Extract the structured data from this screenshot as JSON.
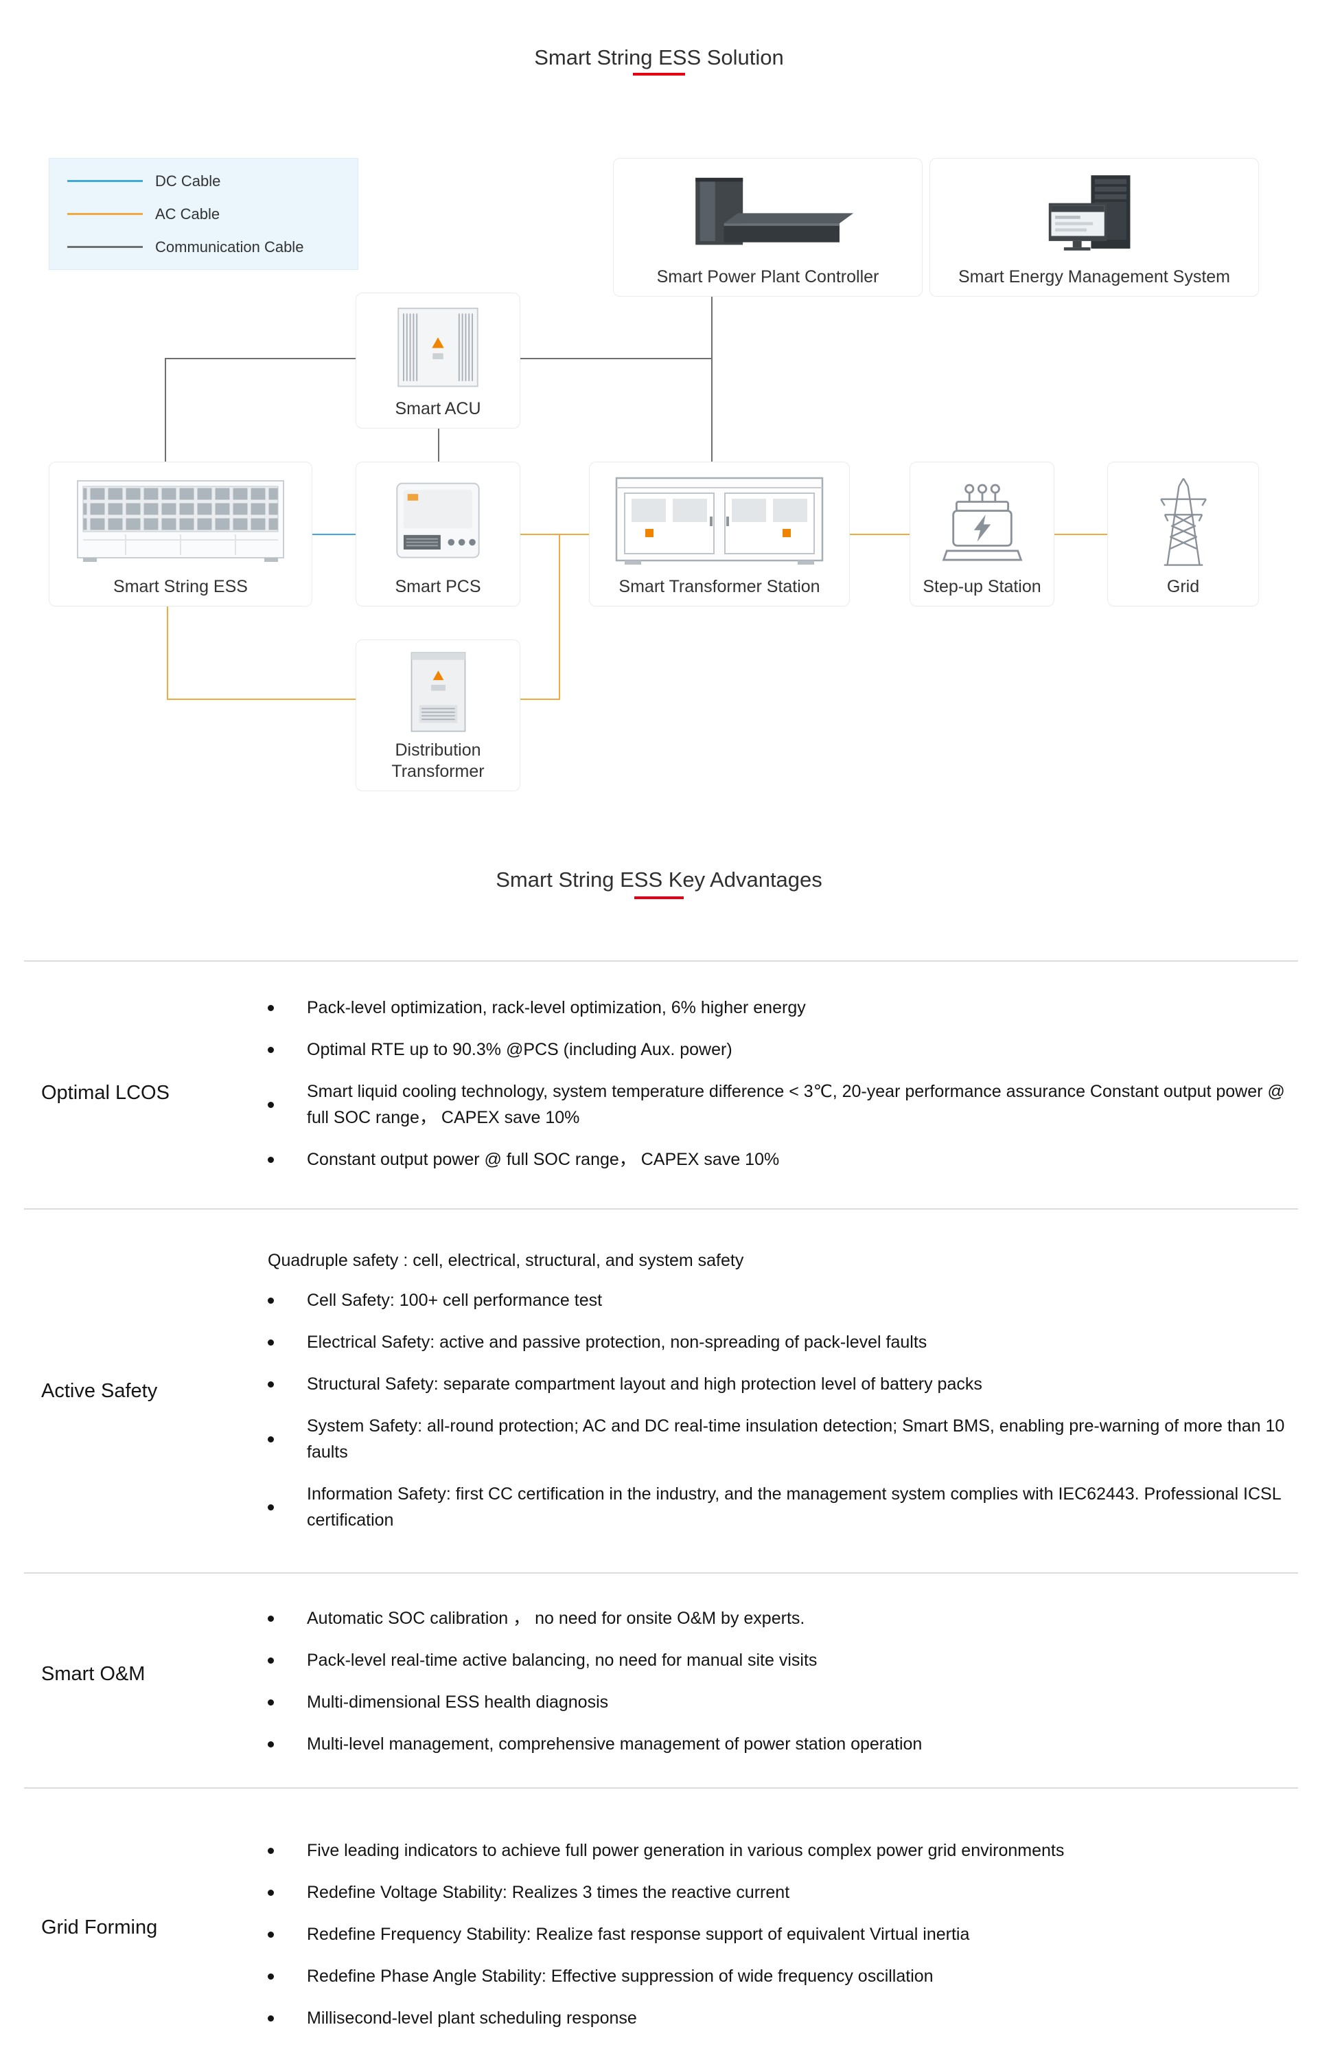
{
  "titles": {
    "main": "Smart String ESS Solution",
    "advantages": "Smart String ESS Key Advantages"
  },
  "colors": {
    "dc_cable": "#3fa8dc",
    "ac_cable": "#f2a93d",
    "comm_cable": "#6f6f6f",
    "accent_red": "#e60012"
  },
  "legend": {
    "items": [
      {
        "label": "DC Cable",
        "color": "#3fa8dc"
      },
      {
        "label": "AC Cable",
        "color": "#f2a93d"
      },
      {
        "label": "Communication Cable",
        "color": "#6f6f6f"
      }
    ]
  },
  "diagram": {
    "nodes": {
      "sppc": {
        "label": "Smart Power Plant Controller"
      },
      "sems": {
        "label": "Smart Energy Management System"
      },
      "acu": {
        "label": "Smart ACU"
      },
      "ess": {
        "label": "Smart String ESS"
      },
      "pcs": {
        "label": "Smart PCS"
      },
      "sts": {
        "label": "Smart Transformer Station"
      },
      "step": {
        "label": "Step-up Station"
      },
      "grid": {
        "label": "Grid"
      },
      "dt": {
        "label": "Distribution Transformer"
      }
    }
  },
  "advantages": {
    "rows": [
      {
        "label": "Optimal LCOS",
        "bullets": [
          "Pack-level optimization, rack-level optimization, 6% higher energy",
          "Optimal RTE up to 90.3% @PCS (including Aux. power)",
          "Smart liquid cooling technology, system temperature difference < 3℃, 20-year performance assurance Constant output power @ full SOC range， CAPEX save 10%",
          "Constant output power @ full SOC range， CAPEX save 10%"
        ]
      },
      {
        "label": "Active Safety",
        "intro": "Quadruple safety :  cell, electrical, structural, and system safety",
        "bullets": [
          "Cell Safety: 100+ cell performance test",
          "Electrical Safety: active and passive protection, non-spreading of pack-level faults",
          "Structural Safety: separate compartment layout and high protection level of battery packs",
          "System Safety: all-round protection; AC and DC real-time insulation detection; Smart BMS, enabling pre-warning of more than 10 faults",
          "Information Safety: first CC certification in the industry, and the management system complies with IEC62443. Professional ICSL certification"
        ]
      },
      {
        "label": "Smart O&M",
        "bullets": [
          "Automatic SOC calibration ， no need for onsite O&M by experts.",
          "Pack-level real-time active balancing, no need for manual site visits",
          "Multi-dimensional ESS health diagnosis",
          "Multi-level management, comprehensive management of power station operation"
        ]
      },
      {
        "label": "Grid Forming",
        "bullets": [
          "Five leading indicators to achieve full power generation in various complex power grid environments",
          "Redefine Voltage Stability: Realizes 3 times the reactive current",
          "Redefine Frequency Stability: Realize fast response support of equivalent Virtual inertia",
          "Redefine Phase Angle Stability: Effective suppression of wide frequency oscillation",
          "Millisecond-level plant scheduling response"
        ]
      }
    ]
  }
}
